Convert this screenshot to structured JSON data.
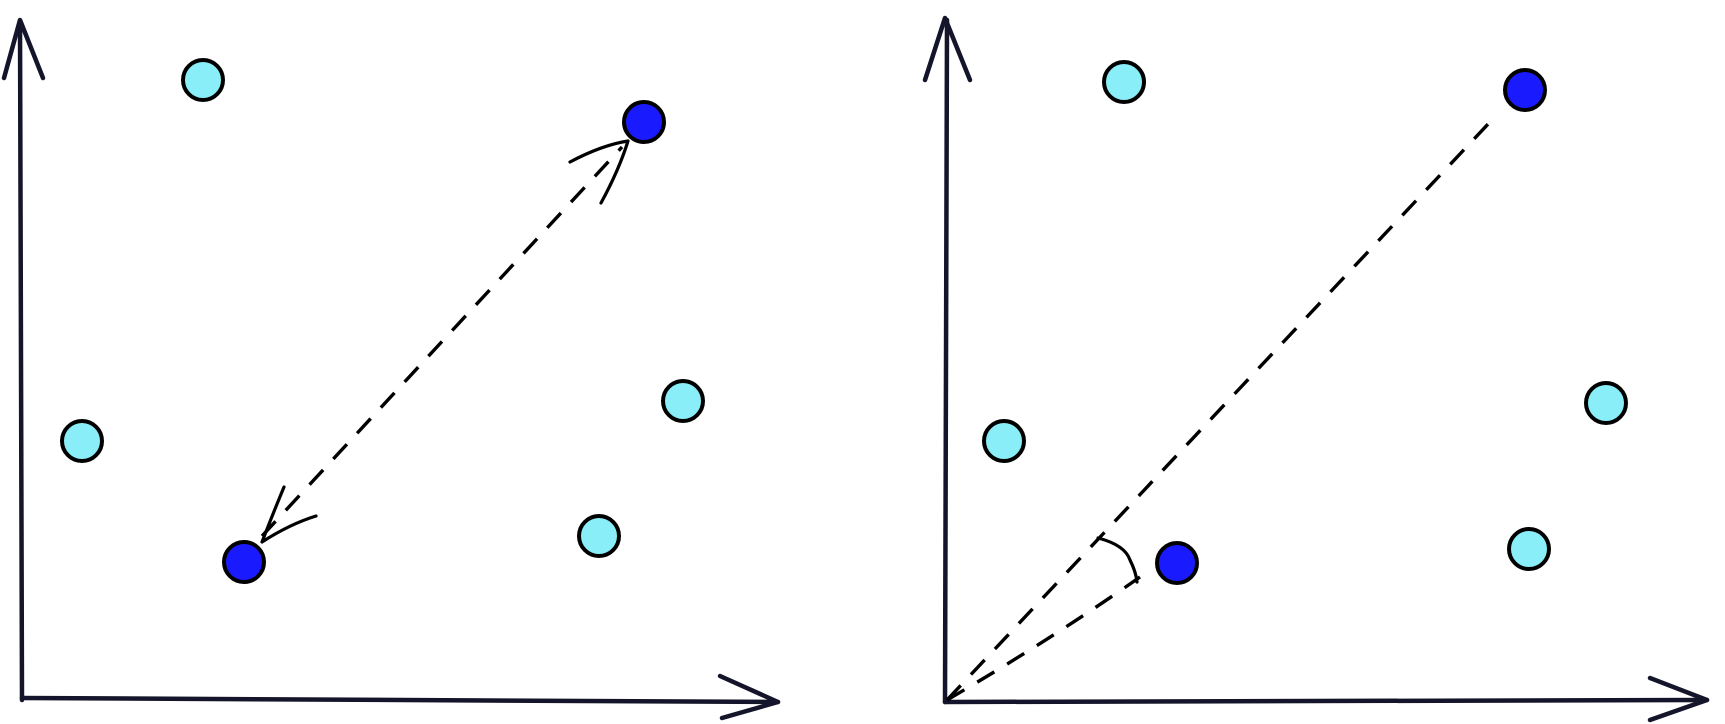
{
  "colors": {
    "point_light": "#8aeef8",
    "point_dark": "#1a1aff",
    "ink": "#000000",
    "axis": "#14142a"
  },
  "panels": [
    {
      "name": "left-panel",
      "illustrates": "distance",
      "points": [
        {
          "kind": "light"
        },
        {
          "kind": "light"
        },
        {
          "kind": "light"
        },
        {
          "kind": "light"
        },
        {
          "kind": "dark"
        },
        {
          "kind": "dark"
        }
      ]
    },
    {
      "name": "right-panel",
      "illustrates": "angle",
      "points": [
        {
          "kind": "light"
        },
        {
          "kind": "light"
        },
        {
          "kind": "light"
        },
        {
          "kind": "light"
        },
        {
          "kind": "dark"
        },
        {
          "kind": "dark"
        }
      ]
    }
  ]
}
